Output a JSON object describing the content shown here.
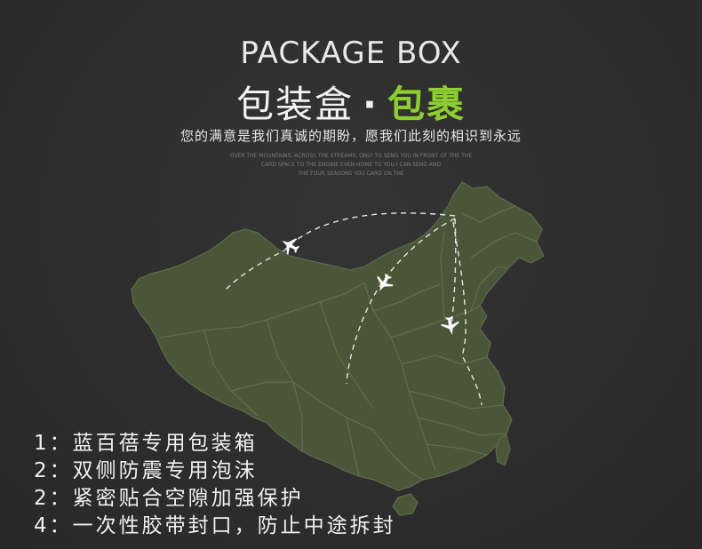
{
  "header": {
    "title_en": "PACKAGE BOX",
    "title_cn_main": "包装盒",
    "title_cn_dot": "·",
    "title_cn_accent": "包裹",
    "subtitle": "您的满意是我们真诚的期盼，愿我们此刻的相识到永远",
    "tagline_lines": [
      "OVER THE MOUNTAINS, ACROSS THE STREAMS, ONLY TO SEND YOU IN FRONT OF THE THE",
      "CARD SPACE TO THE ENGINE EVEN HOME TO YOU I CAN SEND AND",
      "THE FOUR SEASONS YOU CARD ON THE"
    ]
  },
  "features": [
    {
      "num": "1：",
      "text": "蓝百蓓专用包装箱"
    },
    {
      "num": "2：",
      "text": "双侧防震专用泡沫"
    },
    {
      "num": "2：",
      "text": "紧密贴合空隙加强保护"
    },
    {
      "num": "4：",
      "text": "一次性胶带封口，防止中途拆封"
    }
  ],
  "icons": {
    "route_plane": "airplane-icon",
    "map": "china-map-icon"
  },
  "colors": {
    "background": "#2e2e2e",
    "map_fill": "#4a5637",
    "map_border": "#6b7658",
    "accent": "#8ccf2c",
    "text": "#f0f0f0"
  }
}
